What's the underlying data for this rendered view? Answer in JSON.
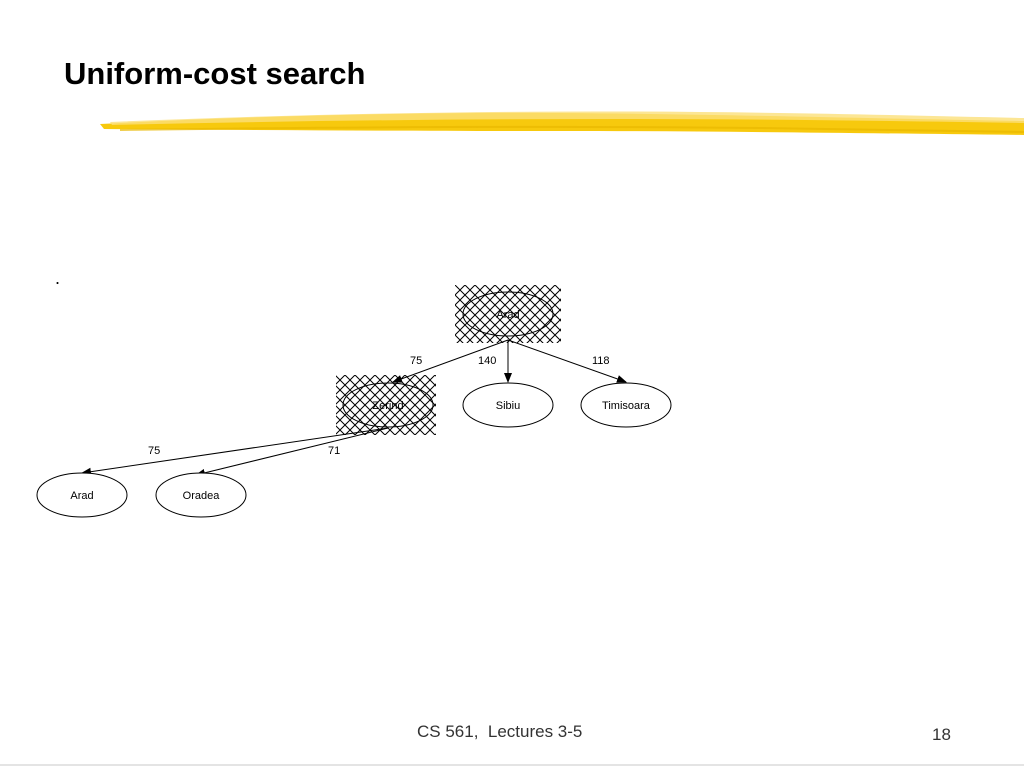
{
  "slide": {
    "title": "Uniform-cost search",
    "bullet": "."
  },
  "colors": {
    "highlighter": "#f7c600",
    "highlighter_light": "#fbe07a",
    "text": "#000000",
    "footer_text": "#333333"
  },
  "tree": {
    "nodes": [
      {
        "id": "root-arad",
        "label": "Arad",
        "expanded": true
      },
      {
        "id": "zerind",
        "label": "Zerind",
        "expanded": true
      },
      {
        "id": "sibiu",
        "label": "Sibiu",
        "expanded": false
      },
      {
        "id": "timisoara",
        "label": "Timisoara",
        "expanded": false
      },
      {
        "id": "leaf-arad",
        "label": "Arad",
        "expanded": false
      },
      {
        "id": "oradea",
        "label": "Oradea",
        "expanded": false
      }
    ],
    "edges": [
      {
        "from": "root-arad",
        "to": "zerind",
        "cost": "75"
      },
      {
        "from": "root-arad",
        "to": "sibiu",
        "cost": "140"
      },
      {
        "from": "root-arad",
        "to": "timisoara",
        "cost": "118"
      },
      {
        "from": "zerind",
        "to": "leaf-arad",
        "cost": "75"
      },
      {
        "from": "zerind",
        "to": "oradea",
        "cost": "71"
      }
    ]
  },
  "footer": {
    "course": "CS 561,  Lectures 3-5",
    "page_number": "18"
  }
}
